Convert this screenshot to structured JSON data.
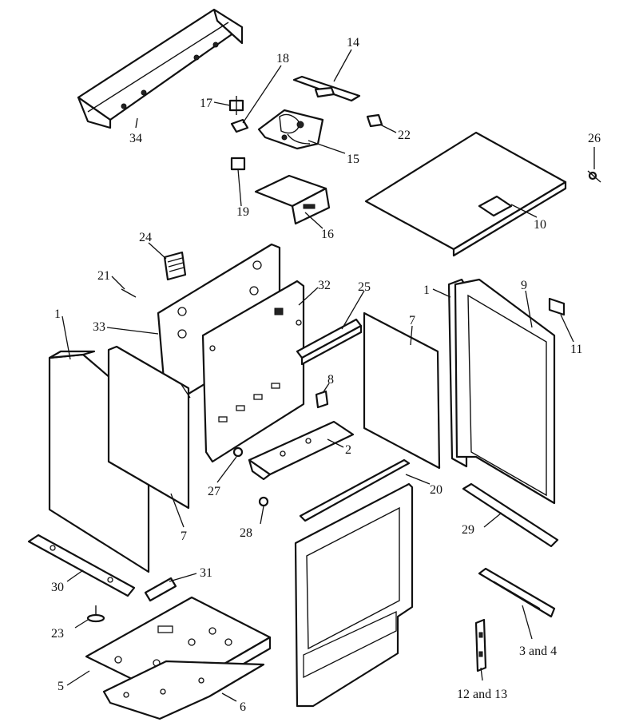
{
  "labels": {
    "l1a": "1",
    "l1b": "1",
    "l2": "2",
    "l34": "3 and 4",
    "l5": "5",
    "l6": "6",
    "l7a": "7",
    "l7b": "7",
    "l8": "8",
    "l9": "9",
    "l10": "10",
    "l11": "11",
    "l1213": "12 and 13",
    "l14": "14",
    "l15": "15",
    "l16": "16",
    "l17": "17",
    "l18": "18",
    "l19": "19",
    "l20": "20",
    "l21": "21",
    "l22": "22",
    "l23": "23",
    "l24": "24",
    "l25": "25",
    "l26": "26",
    "l27": "27",
    "l28": "28",
    "l29": "29",
    "l30": "30",
    "l31": "31",
    "l32": "32",
    "l33": "33",
    "l34b": "34"
  }
}
